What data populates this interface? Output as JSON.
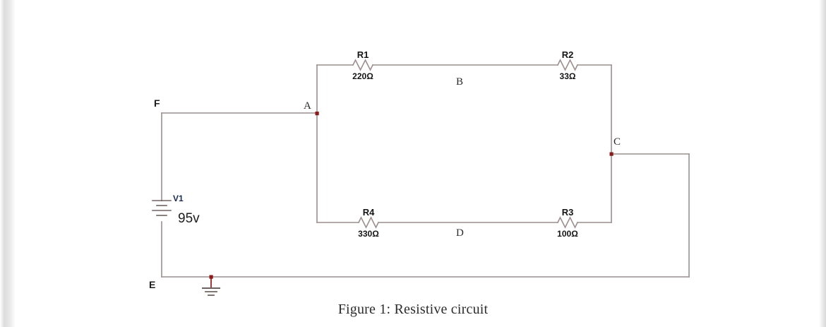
{
  "figure": {
    "caption": "Figure 1: Resistive circuit",
    "wire_color": "#9a8f8d",
    "junction_color": "#8b1a1a"
  },
  "source": {
    "designator": "V1",
    "value": "95v",
    "symbol": "battery-icon"
  },
  "ground": {
    "symbol": "ground-icon"
  },
  "resistors": [
    {
      "designator": "R1",
      "value": "220Ω"
    },
    {
      "designator": "R2",
      "value": "33Ω"
    },
    {
      "designator": "R3",
      "value": "100Ω"
    },
    {
      "designator": "R4",
      "value": "330Ω"
    }
  ],
  "nodes": [
    {
      "label": "F"
    },
    {
      "label": "A"
    },
    {
      "label": "B"
    },
    {
      "label": "C"
    },
    {
      "label": "D"
    },
    {
      "label": "E"
    }
  ]
}
